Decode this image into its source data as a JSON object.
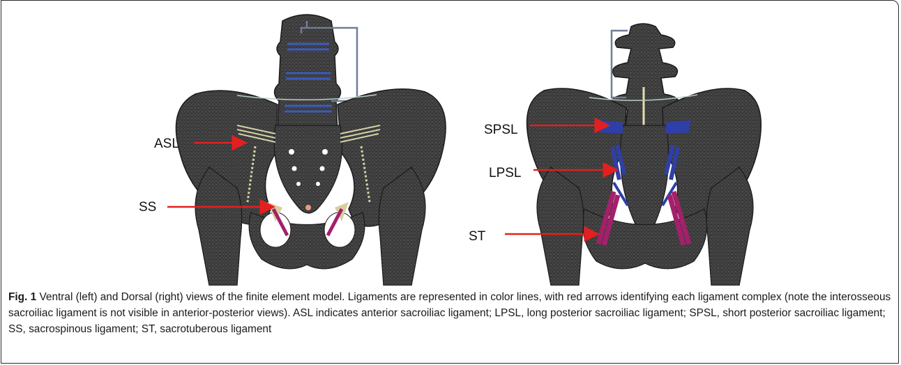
{
  "figure": {
    "label": "Fig. 1",
    "caption": "Ventral (left) and Dorsal (right) views of the finite element model. Ligaments are represented in color lines, with red arrows identifying each ligament complex (note the interosseous sacroiliac ligament is not visible in anterior-posterior views). ASL indicates anterior sacroiliac ligament; LPSL, long posterior sacroiliac ligament; SPSL, short posterior sacroiliac ligament; SS, sacrospinous ligament; ST, sacrotuberous ligament"
  },
  "ventral_view": {
    "labels": {
      "asl": "ASL",
      "ss": "SS"
    }
  },
  "dorsal_view": {
    "labels": {
      "spsl": "SPSL",
      "lpsl": "LPSL",
      "st": "ST"
    }
  },
  "colors": {
    "bone": "#3d3d3d",
    "bone_dark": "#1c1c1c",
    "arrow": "#e41f1f",
    "blue_ligament": "#3447b8",
    "magenta_ligament": "#a3206a",
    "tan_ligament": "#d8cfa0",
    "frame_ligament": "#6f7d94"
  }
}
